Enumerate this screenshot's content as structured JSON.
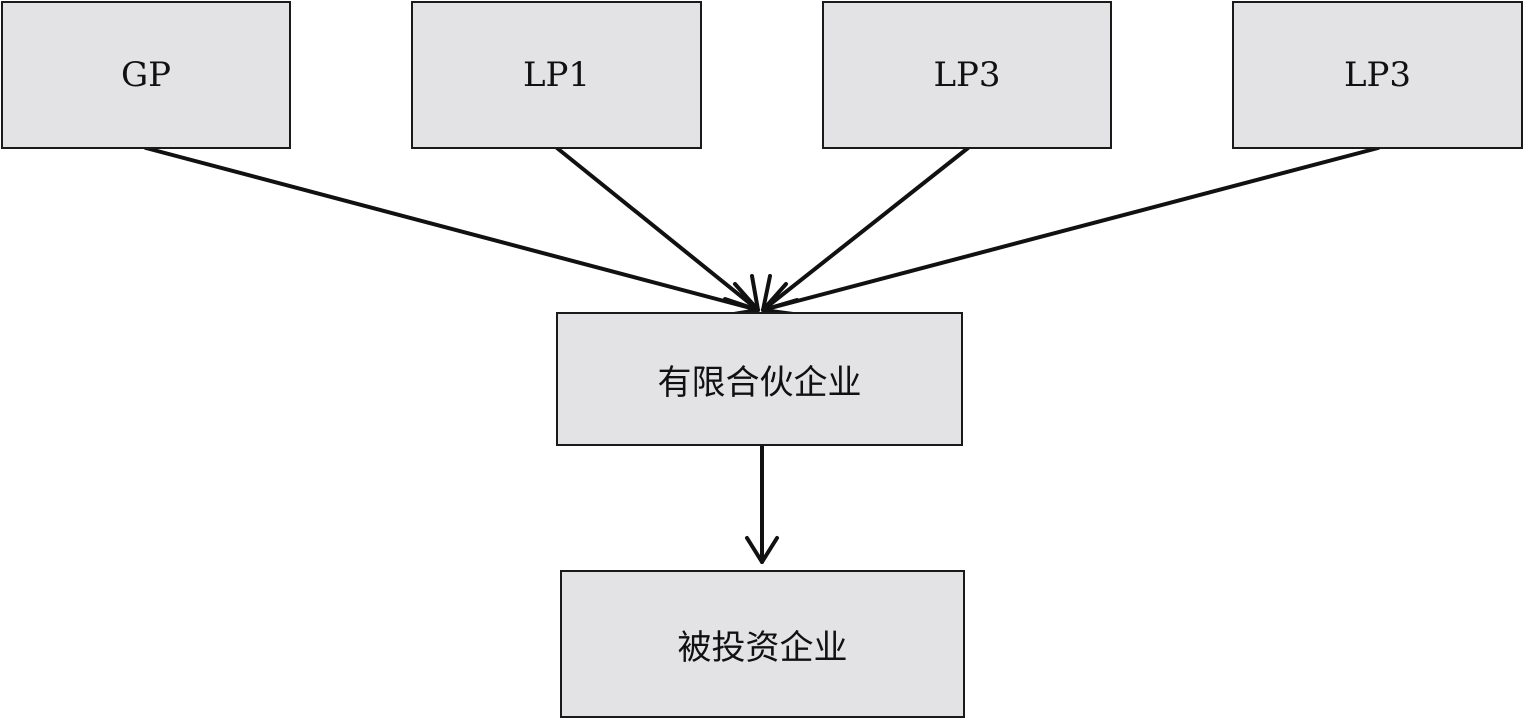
{
  "diagram": {
    "nodes": {
      "gp": "GP",
      "lp1": "LP1",
      "lp3_a": "LP3",
      "lp3_b": "LP3",
      "partnership": "有限合伙企业",
      "investee": "被投资企业"
    },
    "edges": [
      {
        "from": "gp",
        "to": "partnership"
      },
      {
        "from": "lp1",
        "to": "partnership"
      },
      {
        "from": "lp3_a",
        "to": "partnership"
      },
      {
        "from": "lp3_b",
        "to": "partnership"
      },
      {
        "from": "partnership",
        "to": "investee"
      }
    ]
  }
}
